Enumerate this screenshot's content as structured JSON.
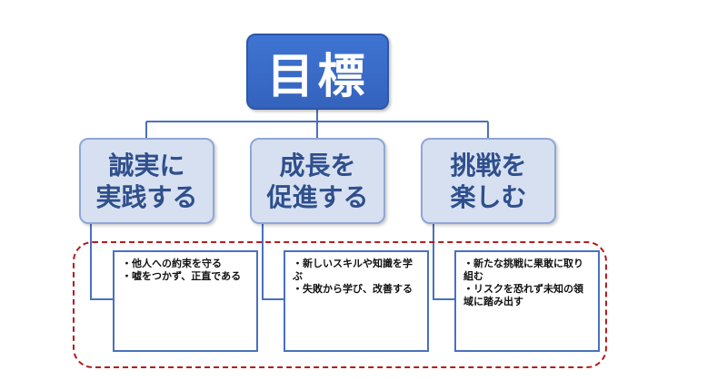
{
  "root": {
    "label": "目標"
  },
  "pillars": [
    {
      "label": "誠実に\n実践する"
    },
    {
      "label": "成長を\n促進する"
    },
    {
      "label": "挑戦を\n楽しむ"
    }
  ],
  "details": [
    {
      "lines": [
        "・他人への約束を守る",
        "・嘘をつかず、正直である"
      ]
    },
    {
      "lines": [
        "・新しいスキルや知識を学ぶ",
        "・失敗から学び、改善する"
      ]
    },
    {
      "lines": [
        "・新たな挑戦に果敢に取り組む",
        "・リスクを恐れず未知の領域に踏み出す"
      ]
    }
  ],
  "colors": {
    "root_fill": "#3f74d2",
    "pillar_fill": "#d6e0f1",
    "pillar_text": "#2f4f8c",
    "connector": "#4a70c0",
    "dashed_border": "#b31d1d"
  }
}
